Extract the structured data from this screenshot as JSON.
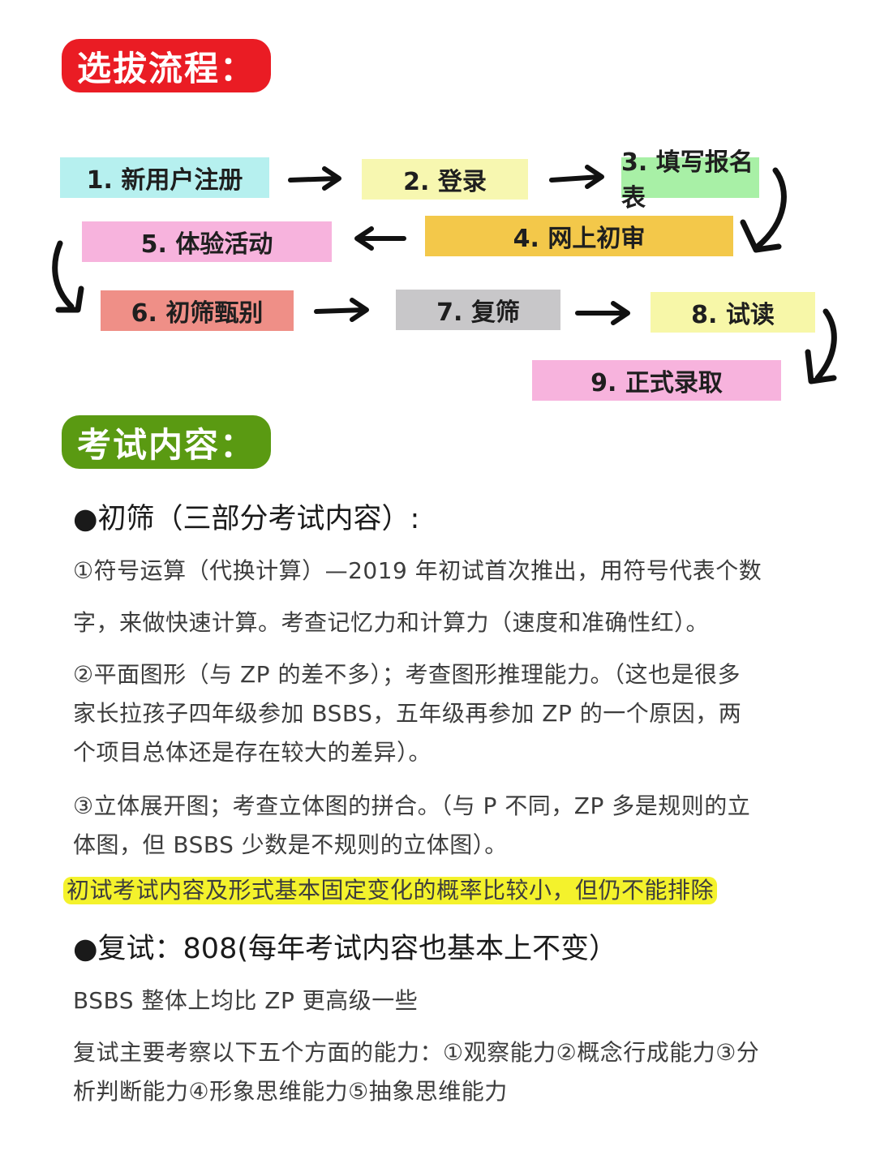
{
  "section_flow": {
    "title": "选拔流程："
  },
  "steps": [
    {
      "label": "1. 新用户注册",
      "color": "#b6f0ef"
    },
    {
      "label": "2. 登录",
      "color": "#f7f7b0"
    },
    {
      "label": "3. 填写报名表",
      "color": "#a8f0a6"
    },
    {
      "label": "4. 网上初审",
      "color": "#f3c84a"
    },
    {
      "label": "5. 体验活动",
      "color": "#f7b3dd"
    },
    {
      "label": "6. 初筛甄别",
      "color": "#ef8f87"
    },
    {
      "label": "7. 复筛",
      "color": "#c8c7c9"
    },
    {
      "label": "8. 试读",
      "color": "#f7f7a8"
    },
    {
      "label": "9. 正式录取",
      "color": "#f7b3dd"
    }
  ],
  "section_exam": {
    "title": "考试内容："
  },
  "screening": {
    "heading": "●初筛（三部分考试内容）:",
    "item1_line1": "①符号运算（代换计算）—2019 年初试首次推出，用符号代表个数",
    "item1_line2": "字，来做快速计算。考查记忆力和计算力（速度和准确性红）。",
    "item2_line1": "②平面图形（与 ZP 的差不多）；考查图形推理能力。（这也是很多",
    "item2_line2": "家长拉孩子四年级参加 BSBS，五年级再参加 ZP 的一个原因，两",
    "item2_line3": "个项目总体还是存在较大的差异）。",
    "item3_line1": "③立体展开图；考查立体图的拼合。（与 P 不同，ZP 多是规则的立",
    "item3_line2": "体图，但 BSBS 少数是不规则的立体图）。",
    "highlight": "初试考试内容及形式基本固定变化的概率比较小，但仍不能排除"
  },
  "retest": {
    "heading": "●复试：808(每年考试内容也基本上不变）",
    "line1": "BSBS 整体上均比 ZP 更高级一些",
    "line2": "复试主要考察以下五个方面的能力：①观察能力②概念行成能力③分",
    "line3": "析判断能力④形象思维能力⑤抽象思维能力"
  },
  "colors": {
    "flow_pill": "#ea1c24",
    "exam_pill": "#5a9a12",
    "highlight": "#f4f22c"
  }
}
